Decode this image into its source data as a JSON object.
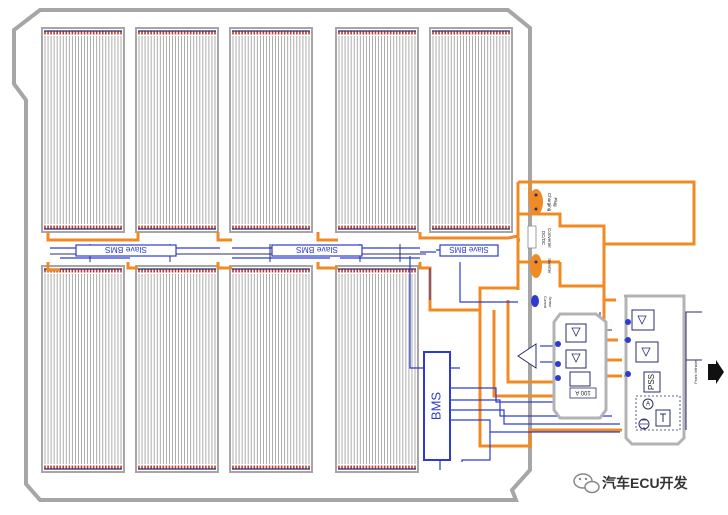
{
  "labels": {
    "slave_bms": "Slave BMS",
    "bms": "BMS",
    "charging_plug_1": "Charging",
    "charging_plug_2": "Plug",
    "dcdc_1": "DC/DC",
    "dcdc_2": "Converter",
    "inverter": "Inverter",
    "sensor_1": "Current",
    "sensor_2": "Sensor",
    "fuse_current": "100 A",
    "pss": "PSS",
    "ammeter": "A",
    "front_vehicle": "Front Vehicle",
    "watermark": "汽车ECU开发"
  },
  "colors": {
    "pack_outline": "#a6a6a6",
    "cell_line": "#9a9a9a",
    "cell_terminal": "#c0392b",
    "bus_dark": "#2b2b6e",
    "bms_blue": "#2d3ccf",
    "hv_orange": "#f08a24",
    "component_gray": "#b3b3b3",
    "text_dark": "#222222"
  },
  "icons": {
    "watermark": "wechat-icon",
    "front_vehicle": "arrow-right-icon"
  }
}
